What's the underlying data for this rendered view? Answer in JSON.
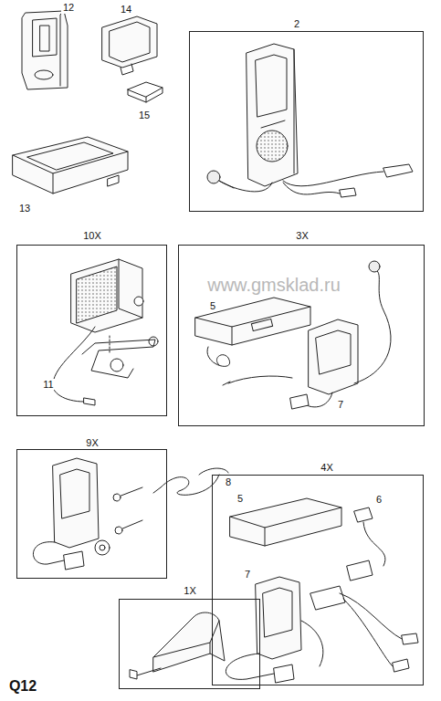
{
  "diagram": {
    "nodes": [
      {
        "text": [
          "2"
        ]
      },
      {
        "text": [
          "10X",
          "11"
        ]
      },
      {
        "text": [
          "3X",
          "5",
          "7"
        ]
      },
      {
        "text": [
          "9X"
        ]
      },
      {
        "text": [
          "4X",
          "5",
          "6",
          "7"
        ]
      },
      {
        "text": [
          "1X"
        ]
      }
    ],
    "labels": [
      "12",
      "14",
      "15",
      "13",
      "8",
      "Q12",
      "www.gmsklad.ru"
    ]
  }
}
